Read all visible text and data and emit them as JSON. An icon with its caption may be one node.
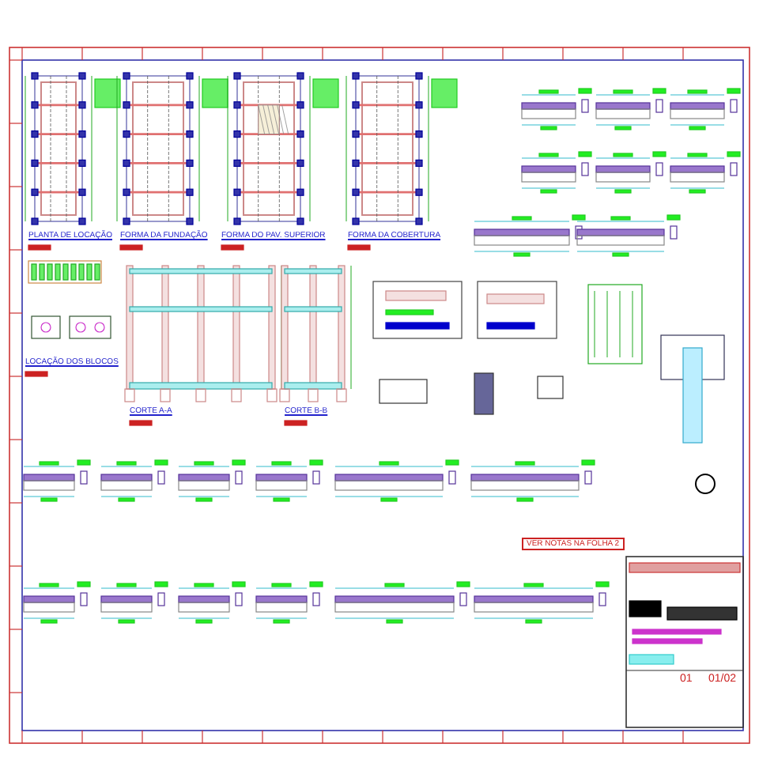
{
  "diagram": {
    "labels": [
      "PLANTA DE LOCAÇÃO",
      "FORMA DA FUNDAÇÃO",
      "FORMA DO PAV. SUPERIOR",
      "FORMA DA COBERTURA",
      "LOCAÇÃO DOS BLOCOS",
      "CORTE A-A",
      "CORTE B-B",
      "VER NOTAS NA FOLHA 2",
      "01",
      "01/02"
    ]
  }
}
